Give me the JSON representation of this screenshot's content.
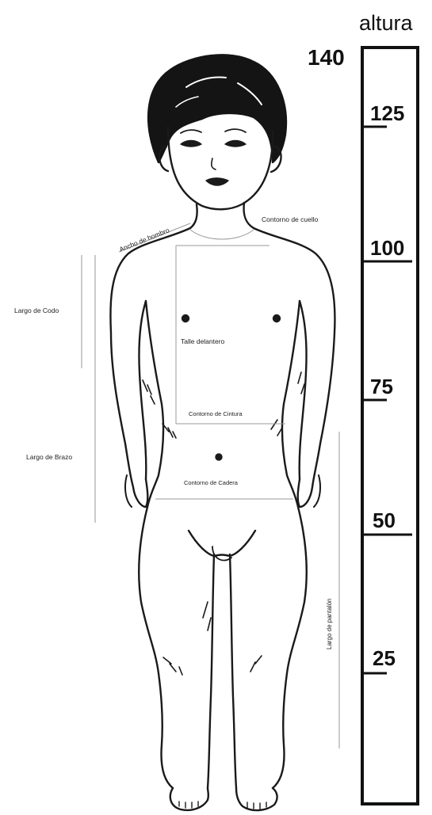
{
  "scale": {
    "title": "altura",
    "top_value": "140",
    "marks": [
      "125",
      "100",
      "75",
      "50",
      "25"
    ]
  },
  "labels": {
    "shoulder_width": "Ancho de hombro",
    "neck": "Contorno de cuello",
    "elbow_length": "Largo de Codo",
    "front_waist": "Talle delantero",
    "waist": "Contorno de Cintura",
    "arm_length": "Largo de Brazo",
    "hip": "Contorno de Cadera",
    "pants_length": "Largo de pantalón"
  },
  "figure": {
    "icon": "child-figure-illustration"
  }
}
